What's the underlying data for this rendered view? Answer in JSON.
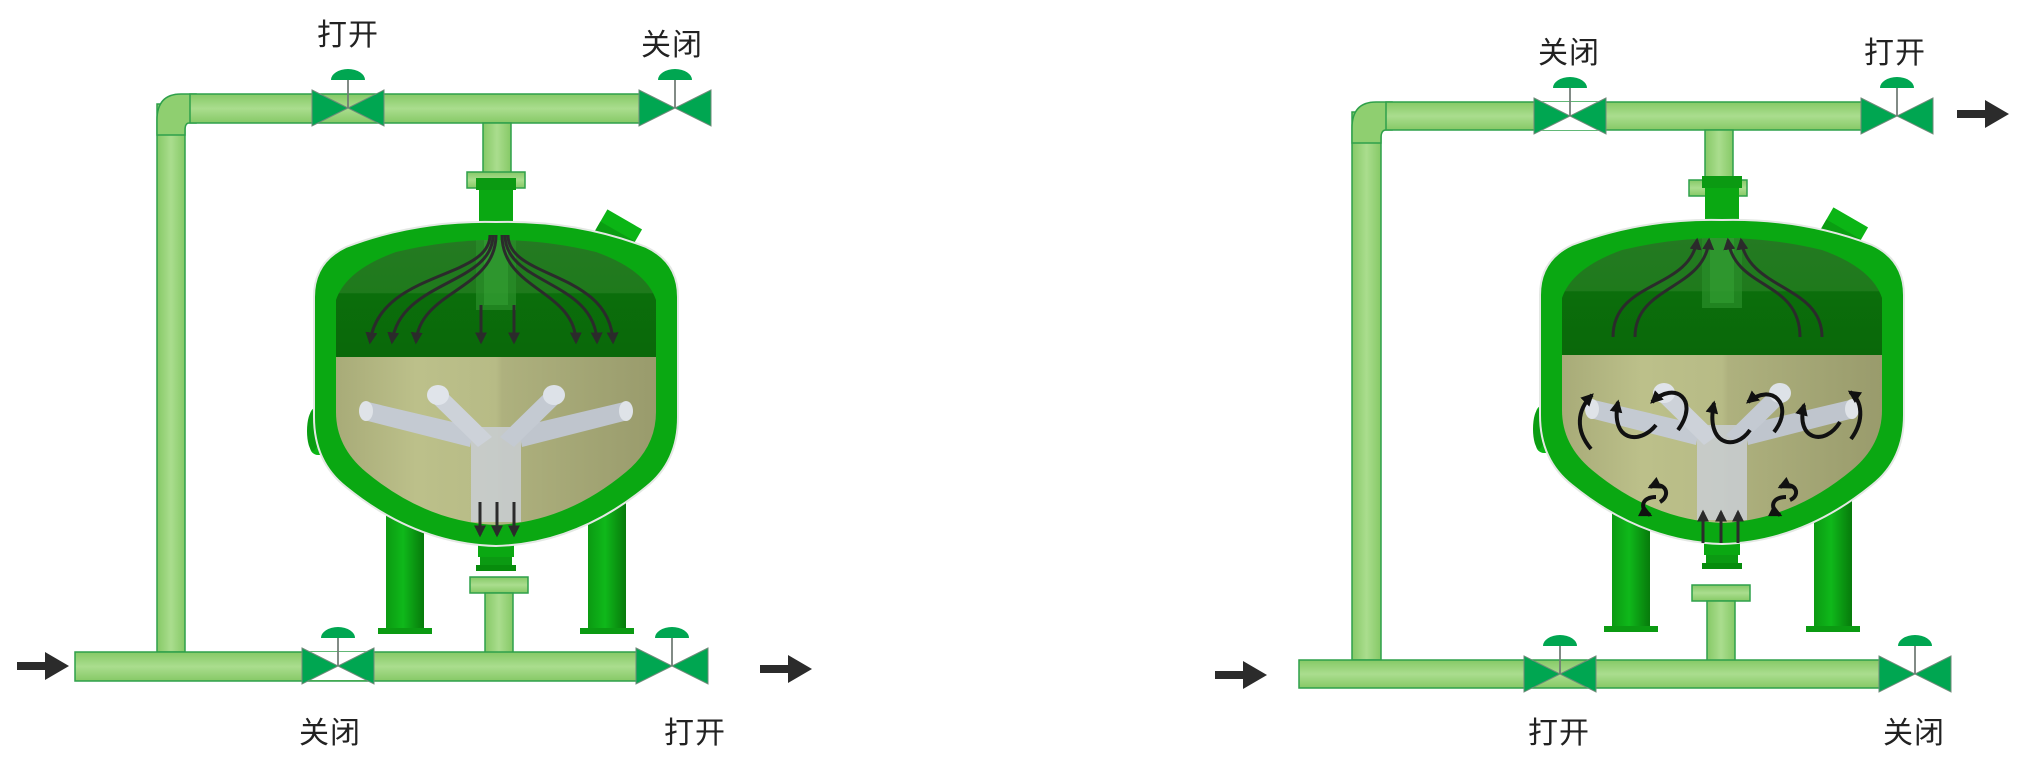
{
  "diagram": {
    "type": "filter-tank-flow-schematic",
    "colors": {
      "pipe_light": "#a8dc8c",
      "pipe_mid": "#8ccd6c",
      "pipe_edge": "#2ea04a",
      "valve_green": "#00a651",
      "valve_outline": "#6e8a78",
      "tank_shell": "#0aa812",
      "tank_shell_dark": "#078c0c",
      "tank_water": "#1e7a1e",
      "tank_water_dark": "#0a6a0a",
      "sand": "#b9bd86",
      "sand_dark": "#a4a676",
      "distributor": "#c6ccd4",
      "arrow": "#2b2b2b"
    },
    "panels": [
      {
        "id": "filtering",
        "mode": "downflow",
        "valves": {
          "top_left": {
            "label": "打开",
            "state": "open"
          },
          "top_right": {
            "label": "关闭",
            "state": "closed"
          },
          "bottom_left": {
            "label": "关闭",
            "state": "closed"
          },
          "bottom_right": {
            "label": "打开",
            "state": "open"
          }
        },
        "inlet_arrow": "right-arrow",
        "outlet_arrow": "right-arrow",
        "internal_flow": "down-arrows"
      },
      {
        "id": "backwashing",
        "mode": "upflow",
        "valves": {
          "top_left": {
            "label": "关闭",
            "state": "closed"
          },
          "top_right": {
            "label": "打开",
            "state": "open"
          },
          "bottom_left": {
            "label": "打开",
            "state": "open"
          },
          "bottom_right": {
            "label": "关闭",
            "state": "closed"
          }
        },
        "inlet_arrow": "right-arrow",
        "outlet_arrow": "right-arrow",
        "internal_flow": "up-arrows-with-swirls"
      }
    ]
  }
}
